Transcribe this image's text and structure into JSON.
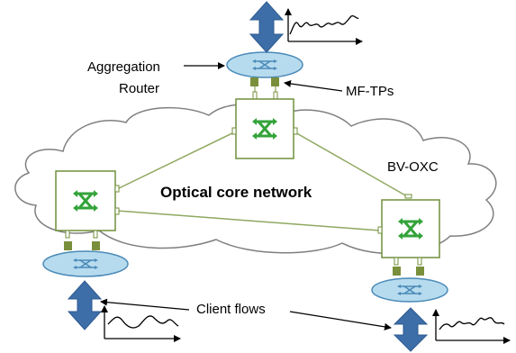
{
  "labels": {
    "aggregation_router_line1": "Aggregation",
    "aggregation_router_line2": "Router",
    "mf_tps": "MF-TPs",
    "bv_oxc": "BV-OXC",
    "optical_core_network": "Optical core network",
    "client_flows": "Client flows"
  },
  "colors": {
    "router_fill": "#b7dbee",
    "router_stroke": "#4a8ab8",
    "oxc_stroke": "#6f8f3a",
    "oxc_arrow": "#33a33a",
    "tp_fill": "#7a8f3c",
    "link": "#8fa860",
    "flow_arrow": "#3d6ea8",
    "cloud_stroke": "#7f7f7f"
  }
}
